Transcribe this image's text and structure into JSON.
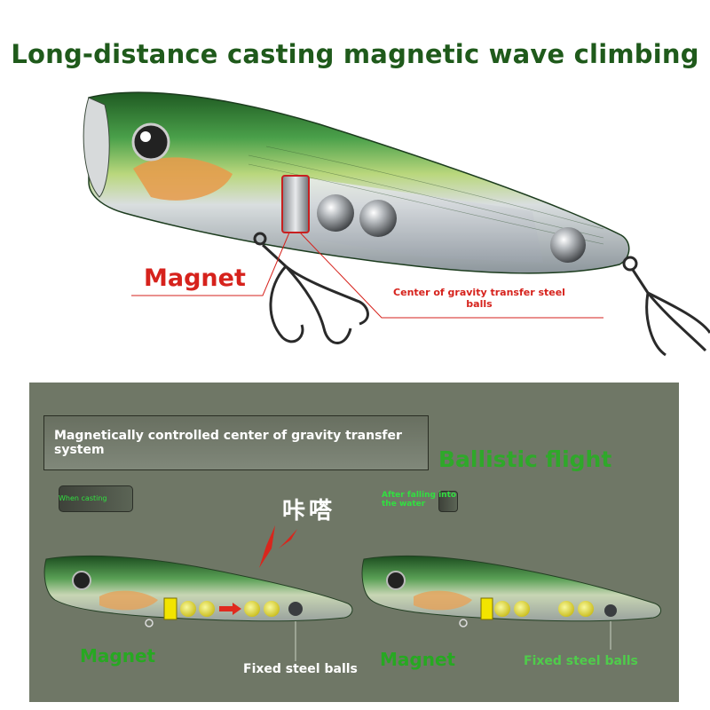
{
  "title": "Long-distance casting magnetic wave climbing",
  "top_lure": {
    "magnet_label": "Magnet",
    "steel_balls_label": "Center of gravity transfer steel balls"
  },
  "panel": {
    "system_label": "Magnetically controlled center of gravity transfer system",
    "ballistic_label": "Ballistic flight",
    "when_casting_label": "When casting",
    "after_falling_label": "After falling into the water",
    "click_sound_label": "咔嗒",
    "left_diagram": {
      "magnet_label": "Magnet",
      "fixed_balls_label": "Fixed steel balls"
    },
    "right_diagram": {
      "magnet_label": "Magnet",
      "fixed_balls_label": "Fixed steel balls"
    }
  },
  "colors": {
    "title_green": "#1f5a1b",
    "label_red": "#d6221c",
    "panel_gray_green": "#6f7766",
    "label_bright_green": "#2fa82a",
    "magnet_yellow": "#f2e400"
  }
}
